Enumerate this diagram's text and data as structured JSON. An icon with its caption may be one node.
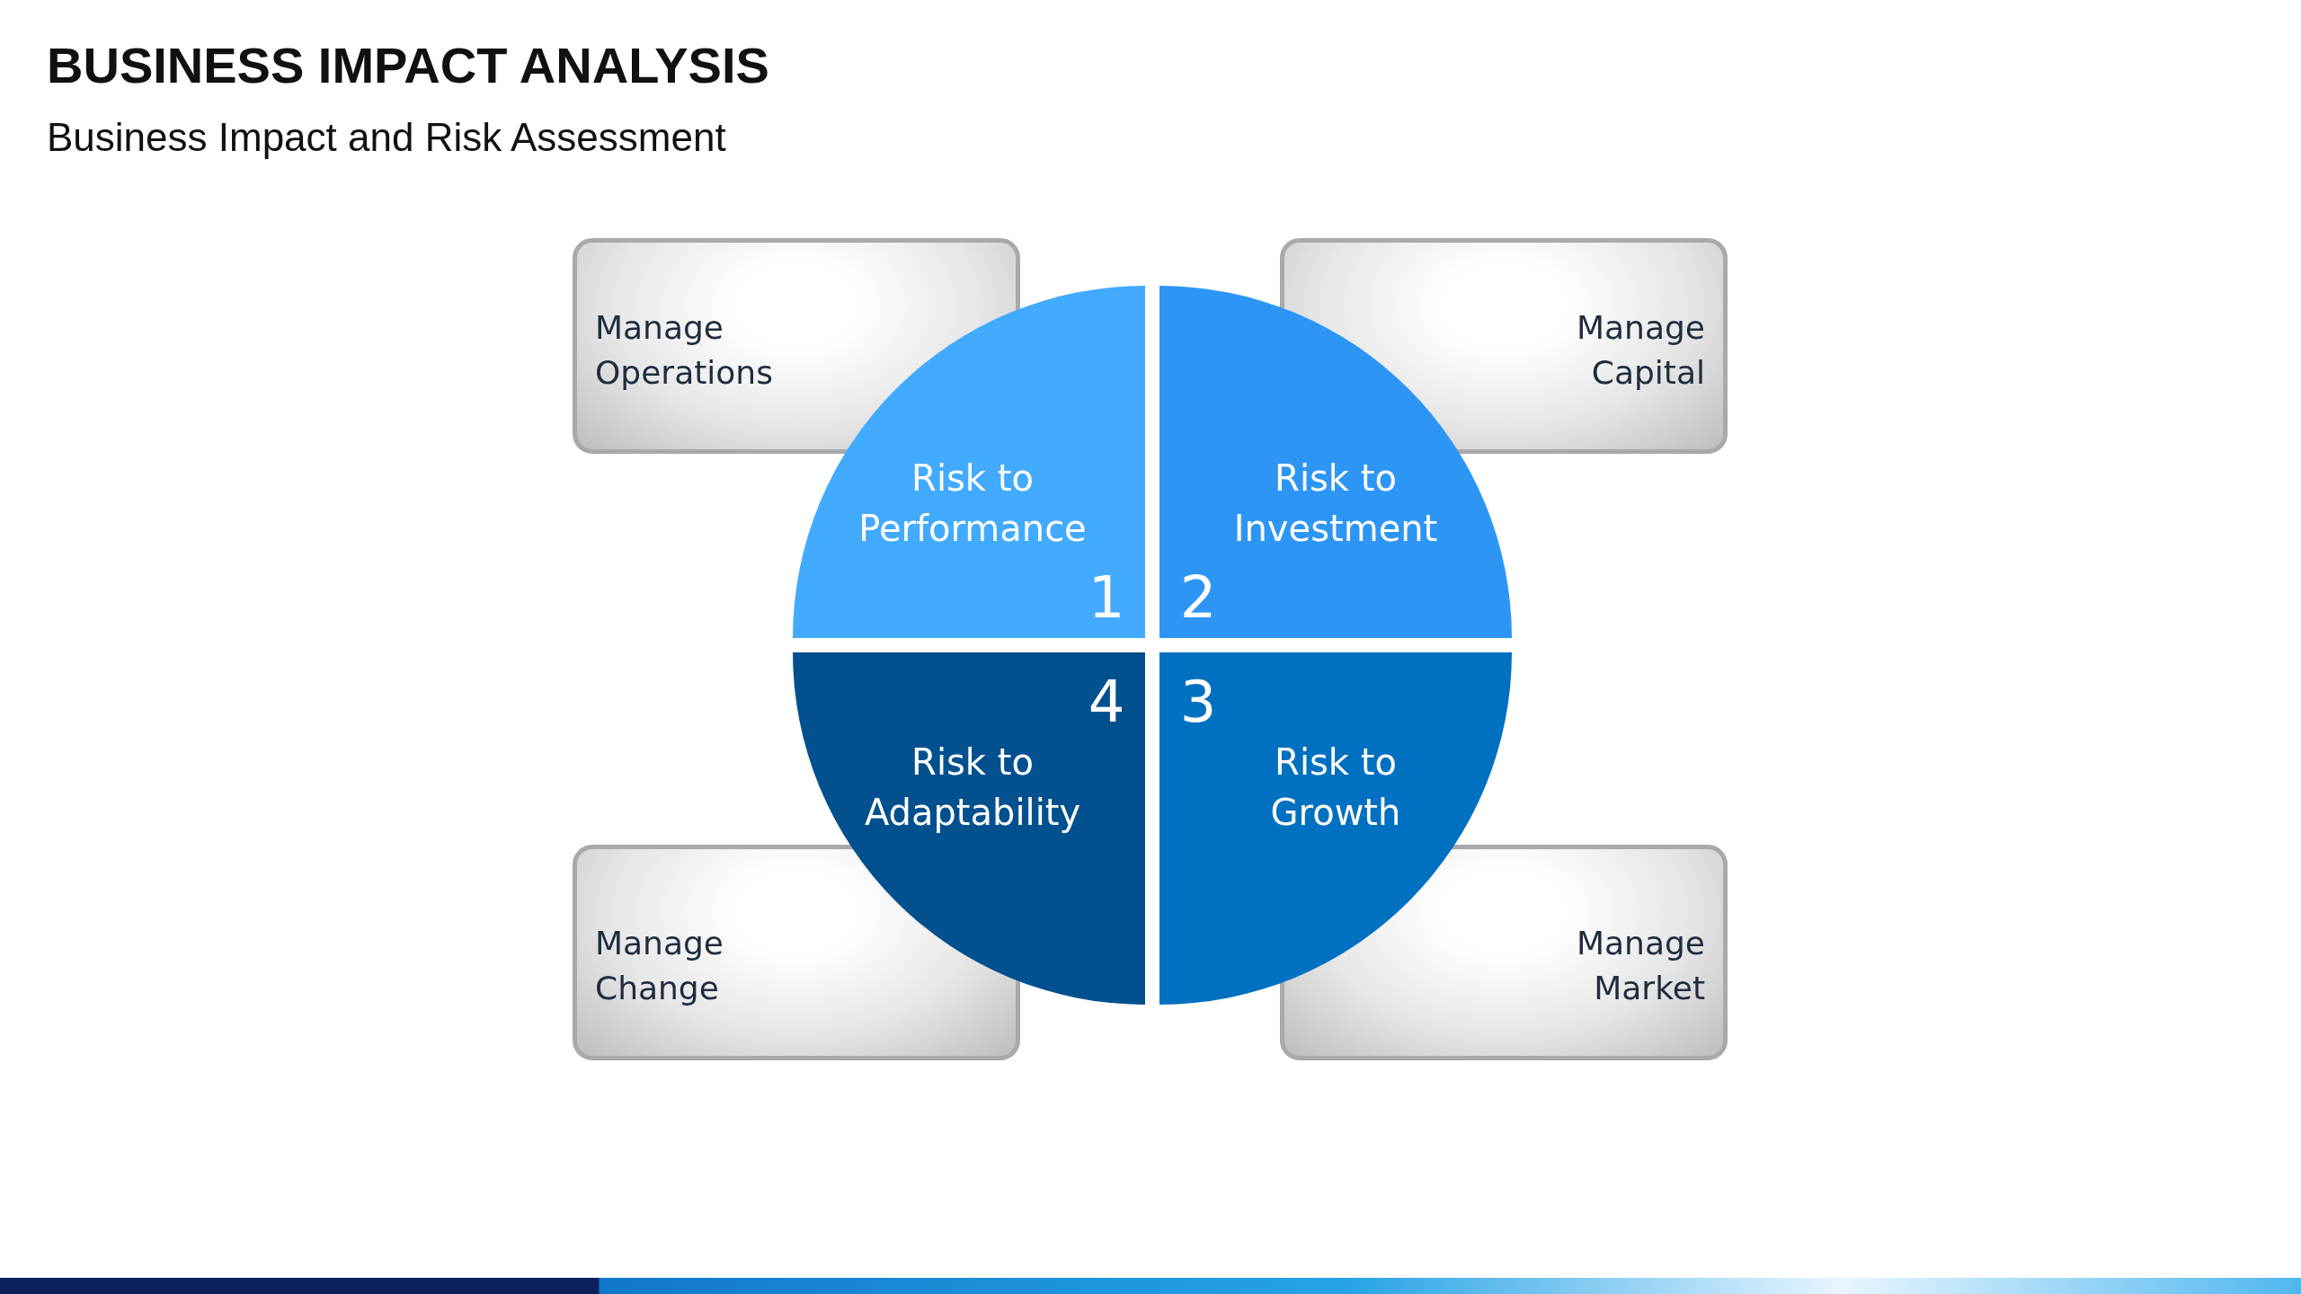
{
  "diagram": {
    "title": "BUSINESS IMPACT ANALYSIS",
    "nodes": [
      {
        "text": [
          "Manage Operations"
        ]
      },
      {
        "text": [
          "Manage Capital"
        ]
      },
      {
        "text": [
          "Manage Change"
        ]
      },
      {
        "text": [
          "Manage Market"
        ]
      },
      {
        "text": [
          "Risk to Performance",
          "1"
        ]
      },
      {
        "text": [
          "Risk to Investment",
          "2"
        ]
      },
      {
        "text": [
          "3",
          "Risk to Growth"
        ]
      },
      {
        "text": [
          "4",
          "Risk to Adaptability"
        ]
      }
    ],
    "edges": [],
    "labels": [
      "Business Impact and Risk Assessment"
    ]
  }
}
